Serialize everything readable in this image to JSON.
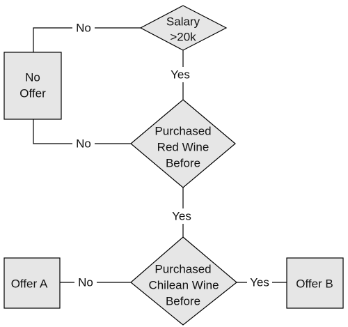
{
  "decisions": {
    "salary": {
      "line1": "Salary",
      "line2": ">20k"
    },
    "red_wine": {
      "line1": "Purchased",
      "line2": "Red Wine",
      "line3": "Before"
    },
    "chilean_wine": {
      "line1": "Purchased",
      "line2": "Chilean Wine",
      "line3": "Before"
    }
  },
  "outcomes": {
    "no_offer": {
      "line1": "No",
      "line2": "Offer"
    },
    "offer_a": {
      "line1": "Offer A"
    },
    "offer_b": {
      "line1": "Offer B"
    }
  },
  "edges": {
    "salary_no": "No",
    "salary_yes": "Yes",
    "red_no": "No",
    "red_yes": "Yes",
    "chilean_no": "No",
    "chilean_yes": "Yes"
  },
  "colors": {
    "fill": "#e6e6e6",
    "stroke": "#000000"
  }
}
